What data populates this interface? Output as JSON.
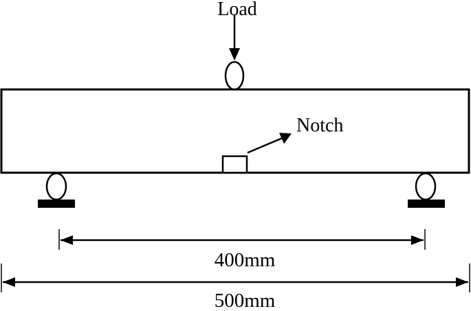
{
  "labels": {
    "load": "Load",
    "notch": "Notch",
    "span": "400mm",
    "length": "500mm"
  }
}
